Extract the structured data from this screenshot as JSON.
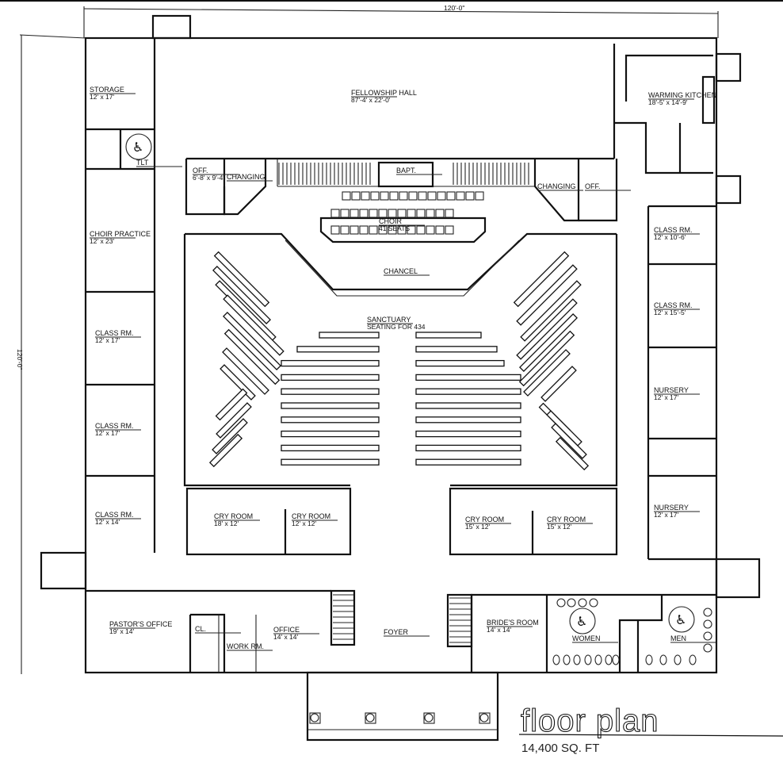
{
  "title": "floor plan",
  "area": "14,400 SQ. FT",
  "overall_width": "120'-0\"",
  "overall_depth": "120'-0\"",
  "rooms": [
    {
      "name": "STORAGE",
      "dim": "12' x 17'"
    },
    {
      "name": "FELLOWSHIP HALL",
      "dim": "87'-4' x 22'-0'"
    },
    {
      "name": "WARMING KITCHEN",
      "dim": "18'-5' x 14'-9'"
    },
    {
      "name": "TLT",
      "dim": ""
    },
    {
      "name": "OFF.",
      "dim": "6'-8' x 9'-4'"
    },
    {
      "name": "CHANGING",
      "dim": ""
    },
    {
      "name": "BAPT.",
      "dim": ""
    },
    {
      "name": "CHANGING",
      "dim": ""
    },
    {
      "name": "OFF.",
      "dim": ""
    },
    {
      "name": "CHOIR",
      "dim": "41 SEATS"
    },
    {
      "name": "CHOIR PRACTICE",
      "dim": "12' x 23'"
    },
    {
      "name": "CHANCEL",
      "dim": ""
    },
    {
      "name": "CLASS RM.",
      "dim": "12' x 10'-6'"
    },
    {
      "name": "CLASS RM.",
      "dim": "12' x 15'-5'"
    },
    {
      "name": "SANCTUARY",
      "dim": "SEATING FOR 434"
    },
    {
      "name": "CLASS RM.",
      "dim": "12' x 17'"
    },
    {
      "name": "CLASS RM.",
      "dim": "12' x 17'"
    },
    {
      "name": "NURSERY",
      "dim": "12' x 17'"
    },
    {
      "name": "CLASS RM.",
      "dim": "12' x 14'"
    },
    {
      "name": "CRY ROOM",
      "dim": "18' x 12'"
    },
    {
      "name": "CRY ROOM",
      "dim": "12' x 12'"
    },
    {
      "name": "CRY ROOM",
      "dim": "15' x 12'"
    },
    {
      "name": "CRY ROOM",
      "dim": "15' x 12'"
    },
    {
      "name": "NURSERY",
      "dim": "12' x 17'"
    },
    {
      "name": "PASTOR'S OFFICE",
      "dim": "19' x 14'"
    },
    {
      "name": "CL.",
      "dim": ""
    },
    {
      "name": "WORK RM.",
      "dim": ""
    },
    {
      "name": "OFFICE",
      "dim": "14' x 14'"
    },
    {
      "name": "FOYER",
      "dim": ""
    },
    {
      "name": "BRIDE'S ROOM",
      "dim": "14' x 14'"
    },
    {
      "name": "WOMEN",
      "dim": ""
    },
    {
      "name": "MEN",
      "dim": ""
    }
  ],
  "colors": {
    "line": "#111111",
    "paper": "#ffffff"
  }
}
